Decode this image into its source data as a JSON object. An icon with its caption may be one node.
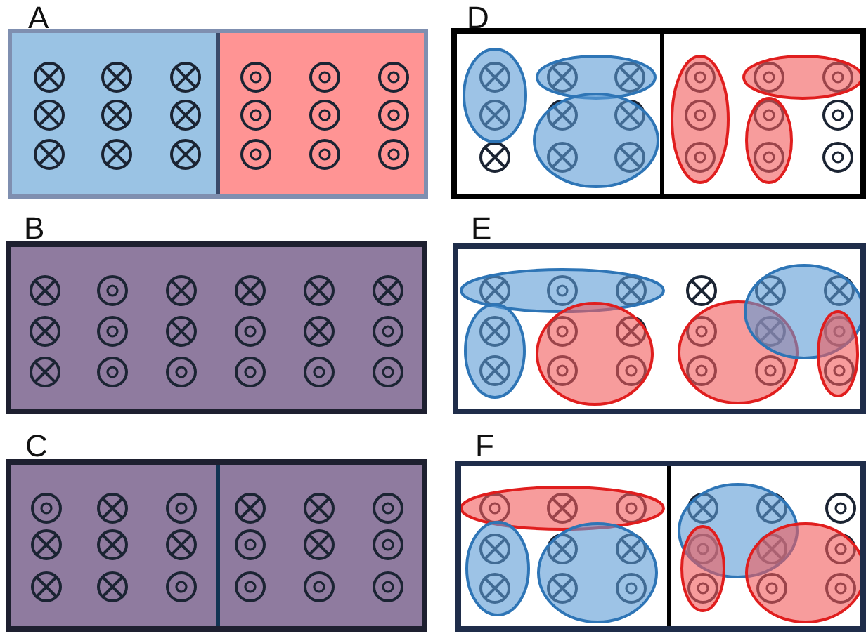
{
  "diagram": {
    "nodes": [
      {
        "text": [
          "A"
        ]
      },
      {
        "text": [
          "B"
        ]
      },
      {
        "text": [
          "C"
        ]
      },
      {
        "text": [
          "D"
        ]
      },
      {
        "text": [
          "E"
        ]
      },
      {
        "text": [
          "F"
        ]
      }
    ]
  }
}
